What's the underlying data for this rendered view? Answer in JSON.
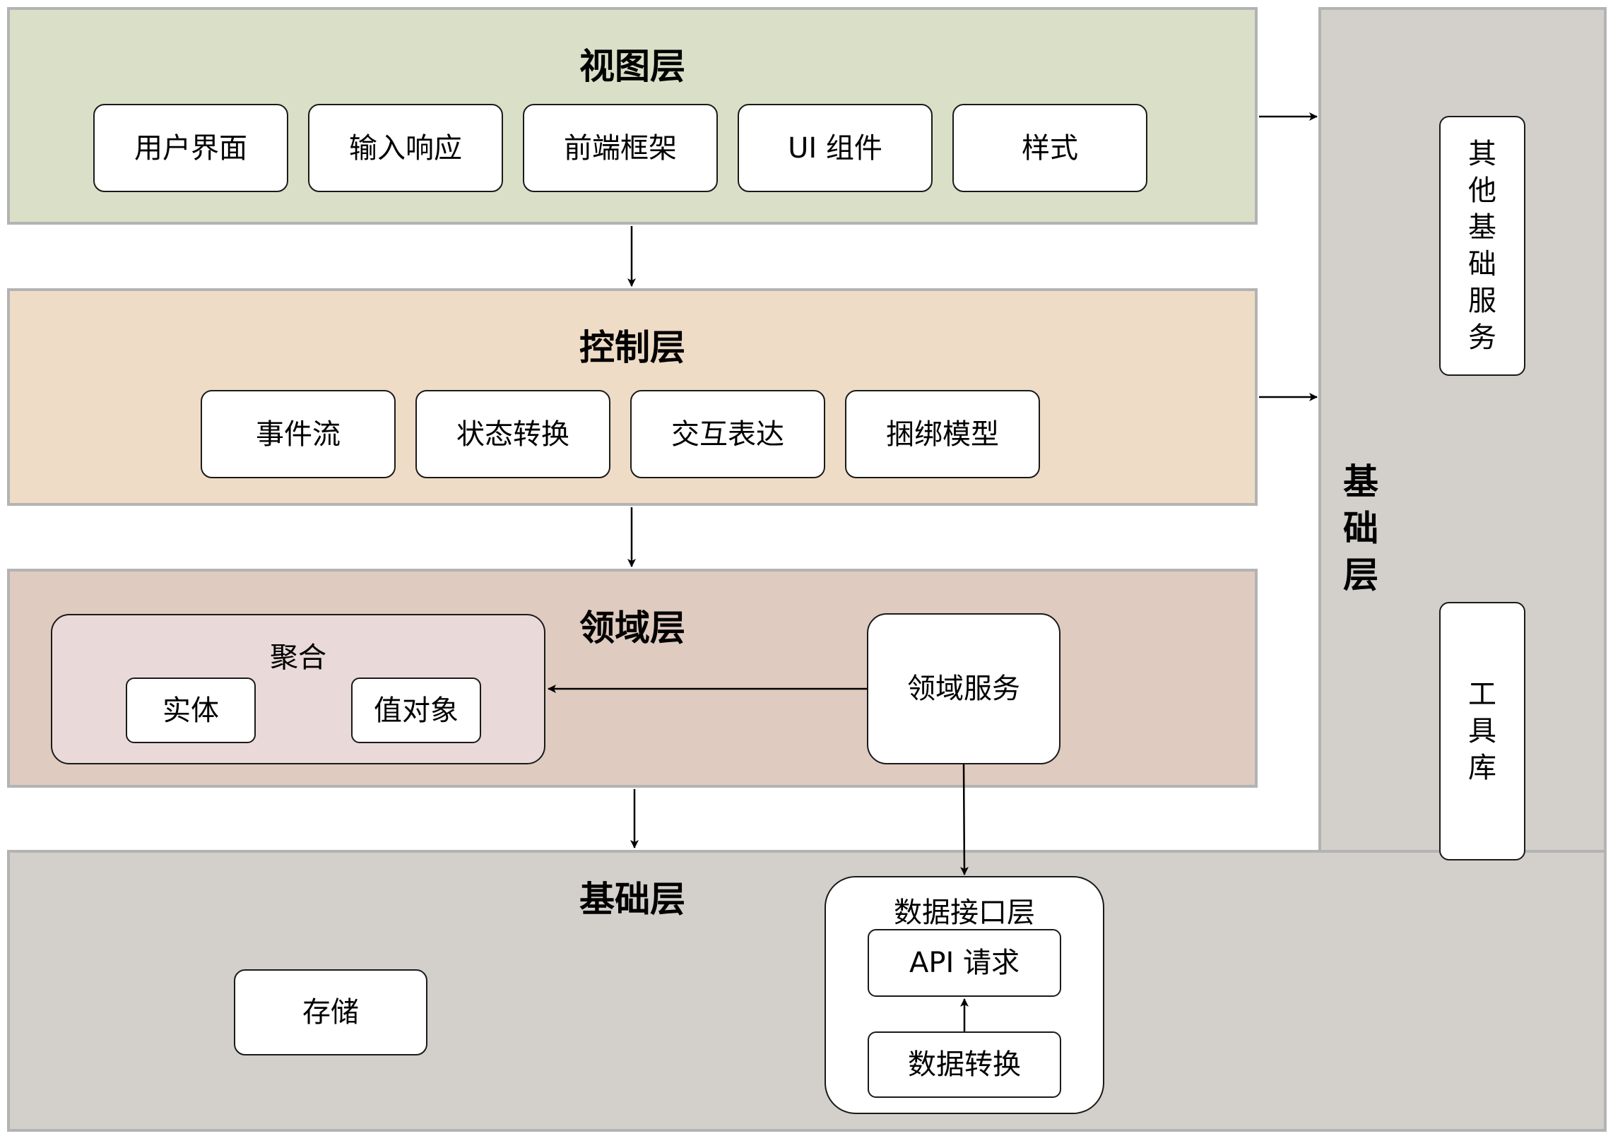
{
  "view_layer": {
    "title": "视图层",
    "items": [
      "用户界面",
      "输入响应",
      "前端框架",
      "UI 组件",
      "样式"
    ]
  },
  "control_layer": {
    "title": "控制层",
    "items": [
      "事件流",
      "状态转换",
      "交互表达",
      "捆绑模型"
    ]
  },
  "domain_layer": {
    "title": "领域层",
    "aggregate": {
      "title": "聚合",
      "items": [
        "实体",
        "值对象"
      ]
    },
    "service": "领域服务"
  },
  "infra_layer": {
    "title": "基础层",
    "side_title": "基础层",
    "storage": "存储",
    "data_interface": {
      "title": "数据接口层",
      "api_request": "API 请求",
      "data_transform": "数据转换"
    },
    "other_services": "其他基础服务",
    "tools": "工具库"
  }
}
